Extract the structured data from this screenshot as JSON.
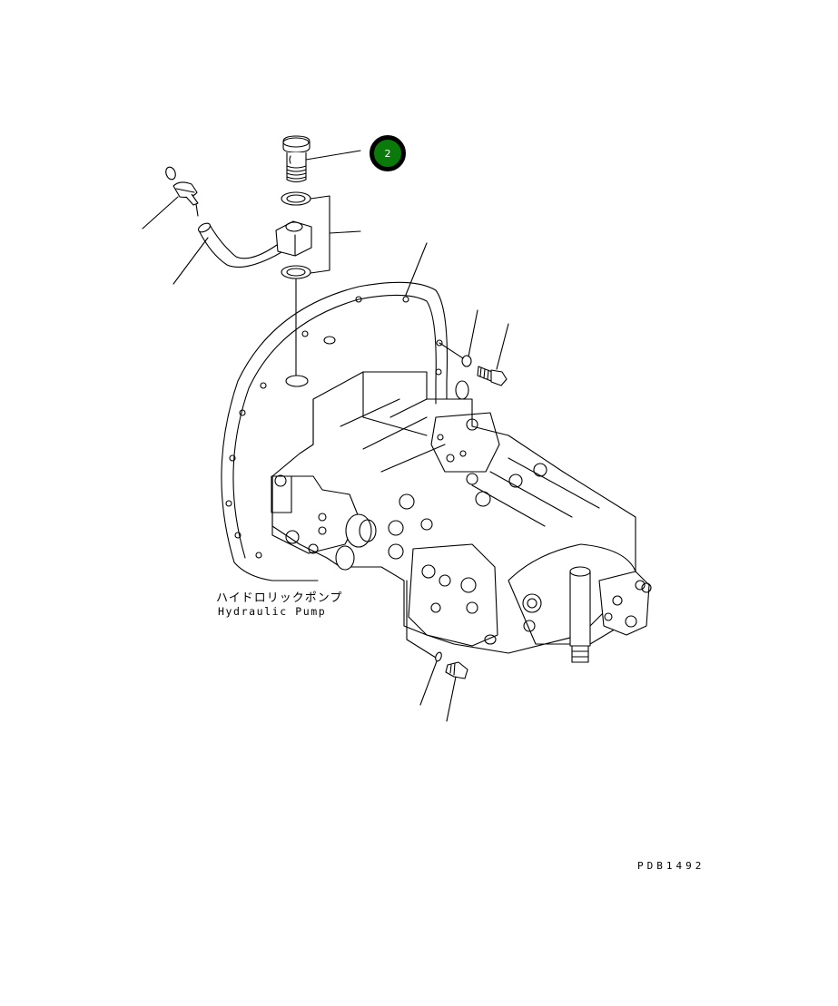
{
  "diagram": {
    "type": "exploded parts illustration",
    "assembly_label_jp": "ハイドロリックポンプ",
    "assembly_label_en": "Hydraulic Pump",
    "drawing_code": "PDB1492",
    "callouts": [
      {
        "number": "2",
        "color": "#0a7a0a",
        "border_color": "#000000",
        "text_color": "#ffffff",
        "points_to": "banjo-bolt"
      }
    ],
    "parts": [
      "banjo-bolt",
      "upper-gasket",
      "banjo-fitting-tube",
      "lower-gasket",
      "pressure-sensor",
      "flywheel-housing",
      "washer",
      "hex-bolt",
      "hydraulic-pump-assembly",
      "o-ring",
      "plug"
    ]
  }
}
